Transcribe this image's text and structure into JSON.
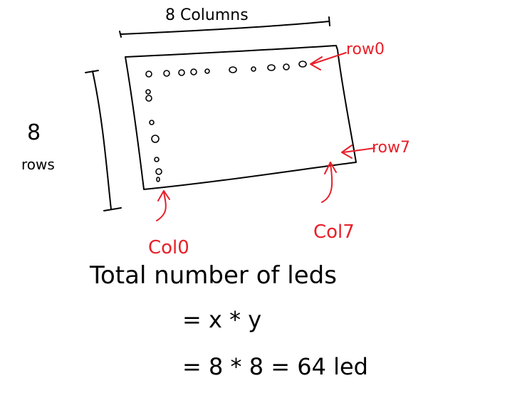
{
  "colors": {
    "ink": "#000000",
    "annotation": "#e8202a",
    "background": "#ffffff"
  },
  "labels": {
    "columns": "8 Columns",
    "rows_count": "8",
    "rows_word": "rows",
    "row_first": "row0",
    "row_last": "row7",
    "col_first": "Col0",
    "col_last": "Col7"
  },
  "formula": {
    "line1": "Total number of leds",
    "line2": "= x * y",
    "line3": "= 8 * 8 = 64 led"
  }
}
